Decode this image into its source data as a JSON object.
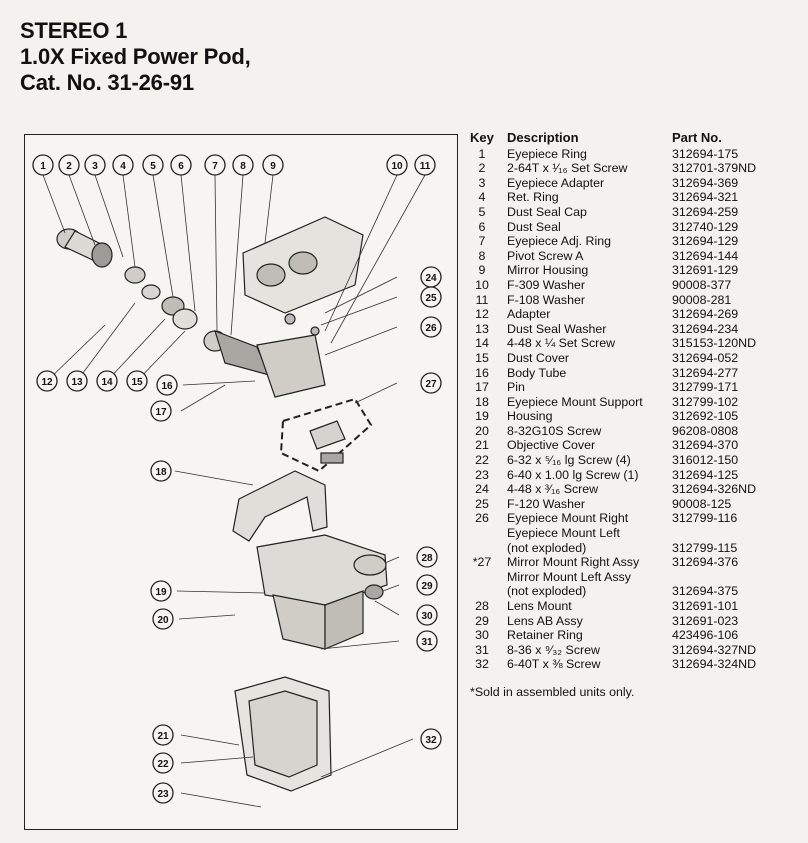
{
  "title": {
    "line1": "STEREO 1",
    "line2": "1.0X Fixed Power Pod,",
    "line3": "Cat. No. 31-26-91"
  },
  "table": {
    "headers": {
      "key": "Key",
      "description": "Description",
      "part_no": "Part No."
    },
    "rows": [
      {
        "key": "1",
        "description": "Eyepiece Ring",
        "part_no": "312694-175"
      },
      {
        "key": "2",
        "description": "2-64T x ¹⁄₁₆ Set Screw",
        "part_no": "312701-379ND"
      },
      {
        "key": "3",
        "description": "Eyepiece Adapter",
        "part_no": "312694-369"
      },
      {
        "key": "4",
        "description": "Ret. Ring",
        "part_no": "312694-321"
      },
      {
        "key": "5",
        "description": "Dust Seal Cap",
        "part_no": "312694-259"
      },
      {
        "key": "6",
        "description": "Dust Seal",
        "part_no": "312740-129"
      },
      {
        "key": "7",
        "description": "Eyepiece Adj. Ring",
        "part_no": "312694-129"
      },
      {
        "key": "8",
        "description": "Pivot Screw A",
        "part_no": "312694-144"
      },
      {
        "key": "9",
        "description": "Mirror Housing",
        "part_no": "312691-129"
      },
      {
        "key": "10",
        "description": "F-309 Washer",
        "part_no": "90008-377"
      },
      {
        "key": "11",
        "description": "F-108 Washer",
        "part_no": "90008-281"
      },
      {
        "key": "12",
        "description": "Adapter",
        "part_no": "312694-269"
      },
      {
        "key": "13",
        "description": "Dust Seal Washer",
        "part_no": "312694-234"
      },
      {
        "key": "14",
        "description": "4-48 x ¼ Set Screw",
        "part_no": "315153-120ND"
      },
      {
        "key": "15",
        "description": "Dust Cover",
        "part_no": "312694-052"
      },
      {
        "key": "16",
        "description": "Body Tube",
        "part_no": "312694-277"
      },
      {
        "key": "17",
        "description": "Pin",
        "part_no": "312799-171"
      },
      {
        "key": "18",
        "description": "Eyepiece Mount Support",
        "part_no": "312799-102"
      },
      {
        "key": "19",
        "description": "Housing",
        "part_no": "312692-105"
      },
      {
        "key": "20",
        "description": "8-32G10S Screw",
        "part_no": "96208-0808"
      },
      {
        "key": "21",
        "description": "Objective Cover",
        "part_no": "312694-370"
      },
      {
        "key": "22",
        "description": "6-32 x ⁵⁄₁₆ lg Screw (4)",
        "part_no": "316012-150"
      },
      {
        "key": "23",
        "description": "6-40 x 1.00 lg Screw (1)",
        "part_no": "312694-125"
      },
      {
        "key": "24",
        "description": "4-48 x ³⁄₁₆ Screw",
        "part_no": "312694-326ND"
      },
      {
        "key": "25",
        "description": "F-120 Washer",
        "part_no": "90008-125"
      },
      {
        "key": "26",
        "description": "Eyepiece Mount Right",
        "part_no": "312799-116"
      },
      {
        "key": "",
        "description": "Eyepiece Mount Left",
        "part_no": ""
      },
      {
        "key": "",
        "description": "(not exploded)",
        "part_no": "312799-115"
      },
      {
        "key": "*27",
        "description": "Mirror Mount Right Assy",
        "part_no": "312694-376"
      },
      {
        "key": "",
        "description": "Mirror Mount Left Assy",
        "part_no": ""
      },
      {
        "key": "",
        "description": "(not exploded)",
        "part_no": "312694-375"
      },
      {
        "key": "28",
        "description": "Lens Mount",
        "part_no": "312691-101"
      },
      {
        "key": "29",
        "description": "Lens AB Assy",
        "part_no": "312691-023"
      },
      {
        "key": "30",
        "description": "Retainer Ring",
        "part_no": "423496-106"
      },
      {
        "key": "31",
        "description": "8-36 x ⁹⁄₃₂ Screw",
        "part_no": "312694-327ND"
      },
      {
        "key": "32",
        "description": "6-40T x ⅜ Screw",
        "part_no": "312694-324ND"
      }
    ]
  },
  "footnote": "*Sold in assembled units only.",
  "callouts": {
    "top": [
      "1",
      "2",
      "3",
      "4",
      "5",
      "6",
      "7",
      "8",
      "9",
      "10",
      "11"
    ],
    "side": [
      "12",
      "13",
      "14",
      "15",
      "16",
      "17",
      "18",
      "19",
      "20",
      "21",
      "22",
      "23",
      "24",
      "25",
      "26",
      "27",
      "28",
      "29",
      "30",
      "31",
      "32"
    ]
  }
}
